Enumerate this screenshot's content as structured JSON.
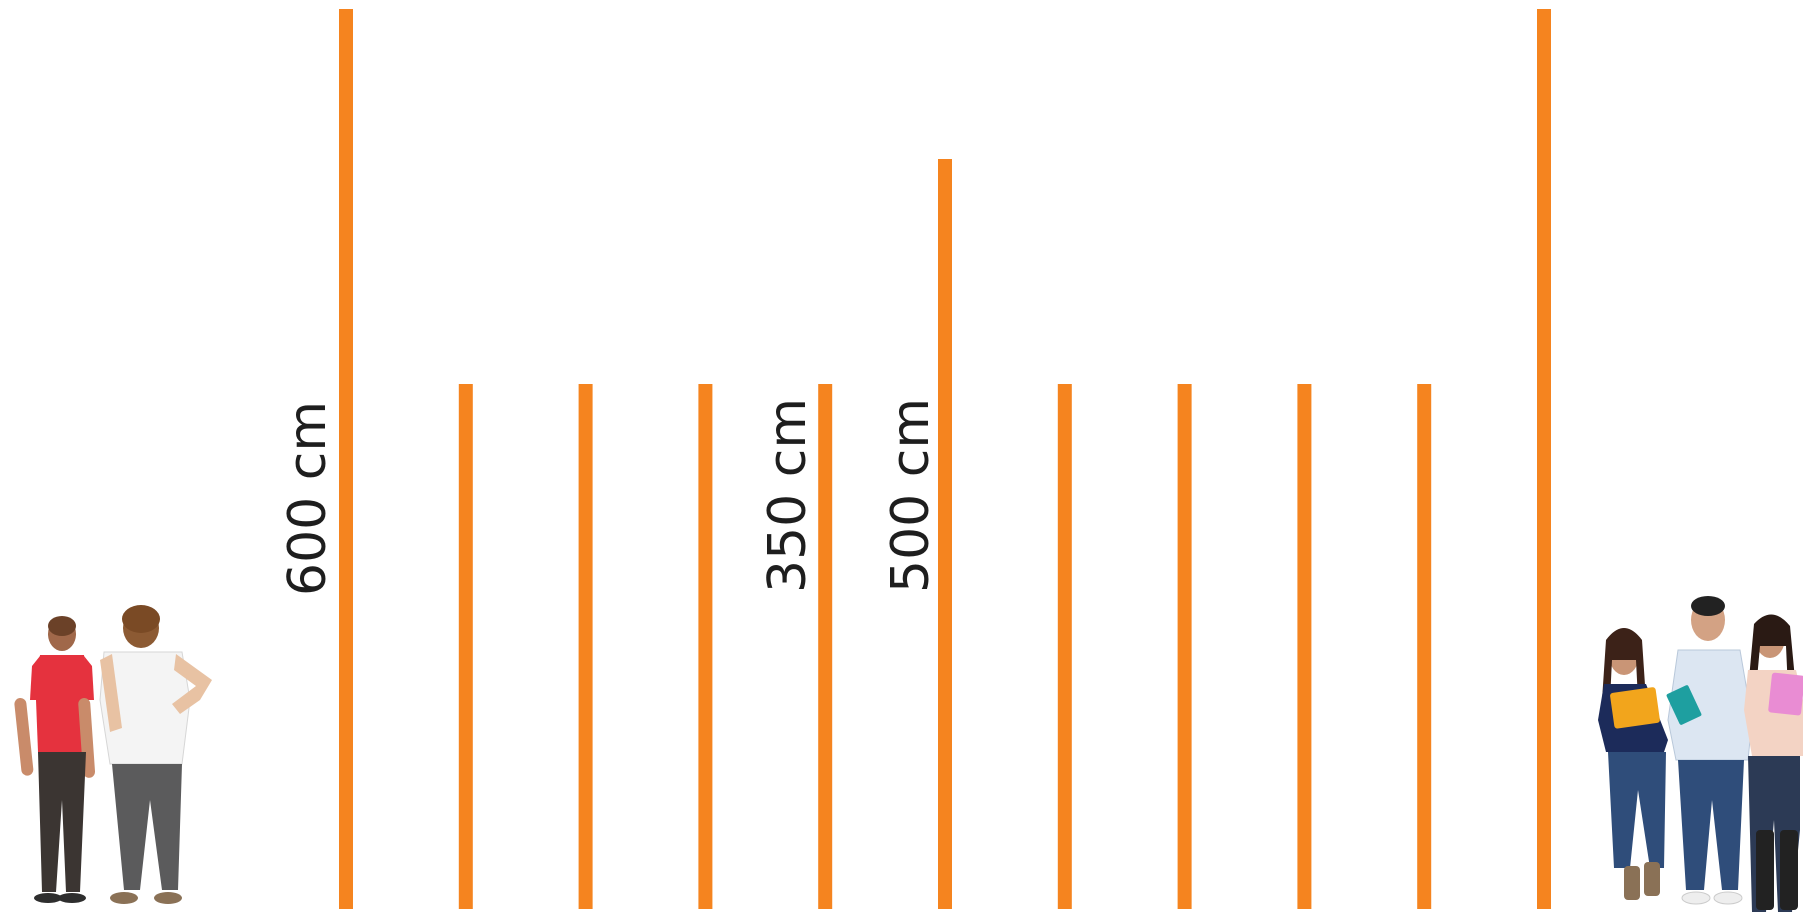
{
  "diagram": {
    "pole_color": "#F5841F",
    "pole_heights_cm": [
      600,
      350,
      350,
      350,
      350,
      500,
      350,
      350,
      350,
      350,
      600
    ],
    "labels": {
      "tall": "600 cm",
      "short": "350 cm",
      "middle": "500 cm"
    }
  },
  "people": {
    "left_group": {
      "count": 2,
      "shirt_colors": [
        "#E5323E",
        "#F4F4F4"
      ]
    },
    "right_group": {
      "count": 3,
      "shirt_colors": [
        "#1C2B5A",
        "#DCE6F2",
        "#F3D3C4"
      ]
    }
  }
}
